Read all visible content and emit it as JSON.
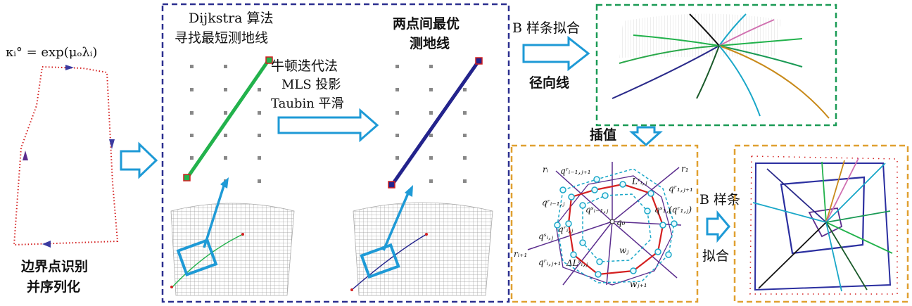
{
  "formula": "κᵢ° = exp(μₒλᵢ)",
  "stage1": {
    "line1": "边界点识别",
    "line2": "并序列化"
  },
  "stage2": {
    "line1": "Dijkstra 算法",
    "line2": "寻找最短测地线",
    "method1": "牛顿迭代法",
    "method2": "MLS 投影",
    "method3": "Taubin 平滑",
    "result1": "两点间最优",
    "result2": "测地线"
  },
  "stage3": {
    "label1": "B 样条拟合",
    "label2": "径向线",
    "interp": "插值"
  },
  "stage4": {
    "fit1": "B 样条",
    "fit2": "拟合",
    "labels": {
      "ri": "rᵢ",
      "r1": "r₁",
      "ri1": "rᵢ₊₁",
      "q_im1_jp1": "qʳᵢ₋₁,ⱼ₊₁",
      "q_im1_j_r": "qʳᵢ₋₁,ⱼ",
      "q_im1_j_s": "qˢᵢ₋₁,ⱼ",
      "q_ij_r": "qʳᵢ,ⱼ",
      "q_ij_s": "qˢᵢ,ⱼ",
      "q_i_jp1": "qʳᵢ,ⱼ₊₁",
      "q1_jp1": "qʳ₁,ⱼ₊₁",
      "q1_j_s": "qˢ₁,ⱼ",
      "q1_j_r": "(qʳ₁,ⱼ)",
      "q0": "q₀",
      "L_ij": "Lʳᵢ,ⱼ",
      "dL_ij": "ΔLʳᵢ,ⱼ",
      "wj": "wⱼ",
      "wj1": "wⱼ₊₁"
    }
  },
  "colors": {
    "frame_blue": "#2b2f8f",
    "frame_green": "#1a9a55",
    "frame_orange": "#e0a030",
    "arrow": "#1e9ad6",
    "red": "#d42020",
    "green": "#22b24c",
    "navy": "#23238c",
    "cyan": "#1aa7c8",
    "purple": "#5b2d8e"
  }
}
